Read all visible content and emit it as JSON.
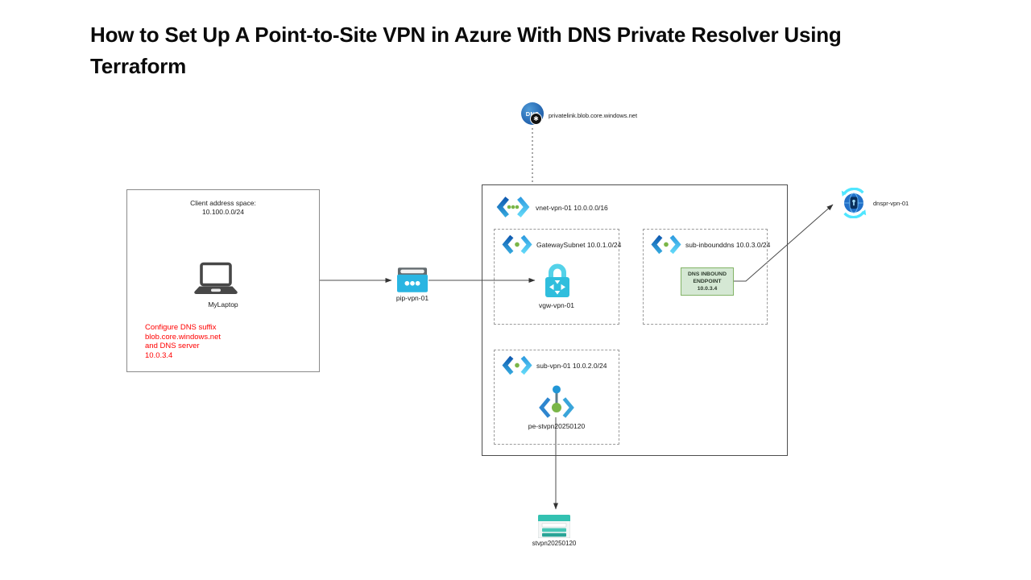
{
  "title": "How to Set Up A Point-to-Site VPN in Azure With DNS Private Resolver Using Terraform",
  "client_box": {
    "address_line1": "Client address space:",
    "address_line2": "10.100.0.0/24",
    "laptop_label": "MyLaptop",
    "note_line1": "Configure DNS suffix",
    "note_line2": "blob.core.windows.net",
    "note_line3": "and DNS server",
    "note_line4": "10.0.3.4",
    "note_color": "#ff0000"
  },
  "public_ip": {
    "label": "pip-vpn-01"
  },
  "private_dns_zone": {
    "label": "privatelink.blob.core.windows.net",
    "badge_text": "DNS",
    "star_glyph": "✱"
  },
  "dns_resolver": {
    "label": "dnspr-vpn-01"
  },
  "storage": {
    "label": "stvpn20250120"
  },
  "vnet": {
    "label": "vnet-vpn-01 10.0.0.0/16",
    "gateway_subnet": {
      "label": "GatewaySubnet 10.0.1.0/24",
      "gateway_label": "vgw-vpn-01"
    },
    "dns_subnet": {
      "label": "sub-inbounddns 10.0.3.0/24",
      "endpoint_line1": "DNS INBOUND",
      "endpoint_line2": "ENDPOINT",
      "endpoint_line3": "10.0.3.4",
      "endpoint_fill": "#d5e8d4",
      "endpoint_border": "#82b366"
    },
    "vpn_subnet": {
      "label": "sub-vpn-01 10.0.2.0/24",
      "private_endpoint_label": "pe-stvpn20250120"
    }
  }
}
